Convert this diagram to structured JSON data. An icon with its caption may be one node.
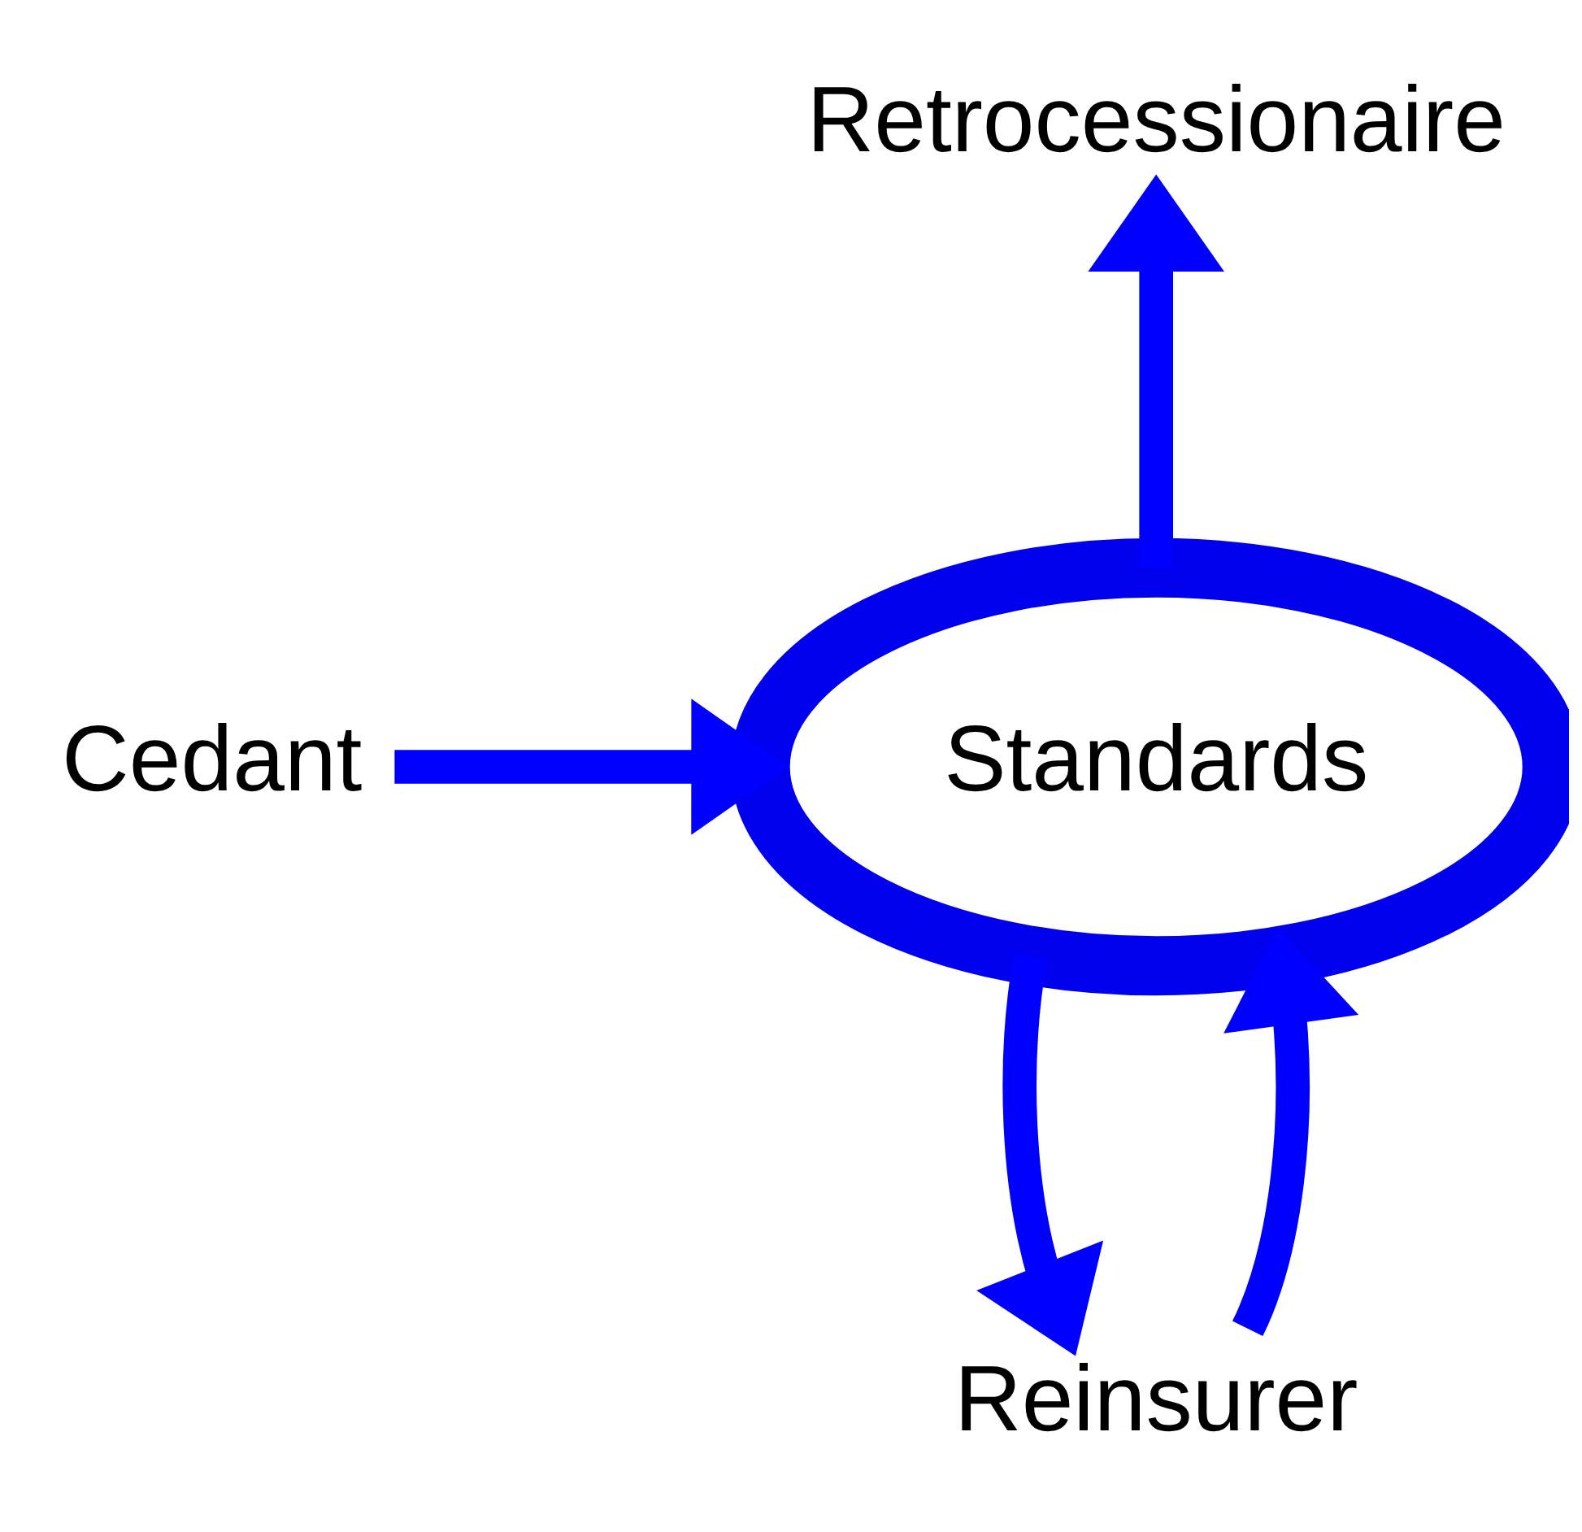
{
  "diagram": {
    "nodes": [
      {
        "text": [
          "Retrocessionaire"
        ]
      },
      {
        "text": [
          "Cedant"
        ]
      },
      {
        "text": [
          "Standards"
        ]
      },
      {
        "text": [
          "Reinsurer"
        ]
      }
    ],
    "edges": [
      {
        "from": 1,
        "to": 2,
        "arrow": "to"
      },
      {
        "from": 2,
        "to": 0,
        "arrow": "to"
      },
      {
        "from": 2,
        "to": 3,
        "arrow": "to"
      },
      {
        "from": 3,
        "to": 2,
        "arrow": "to"
      }
    ]
  }
}
